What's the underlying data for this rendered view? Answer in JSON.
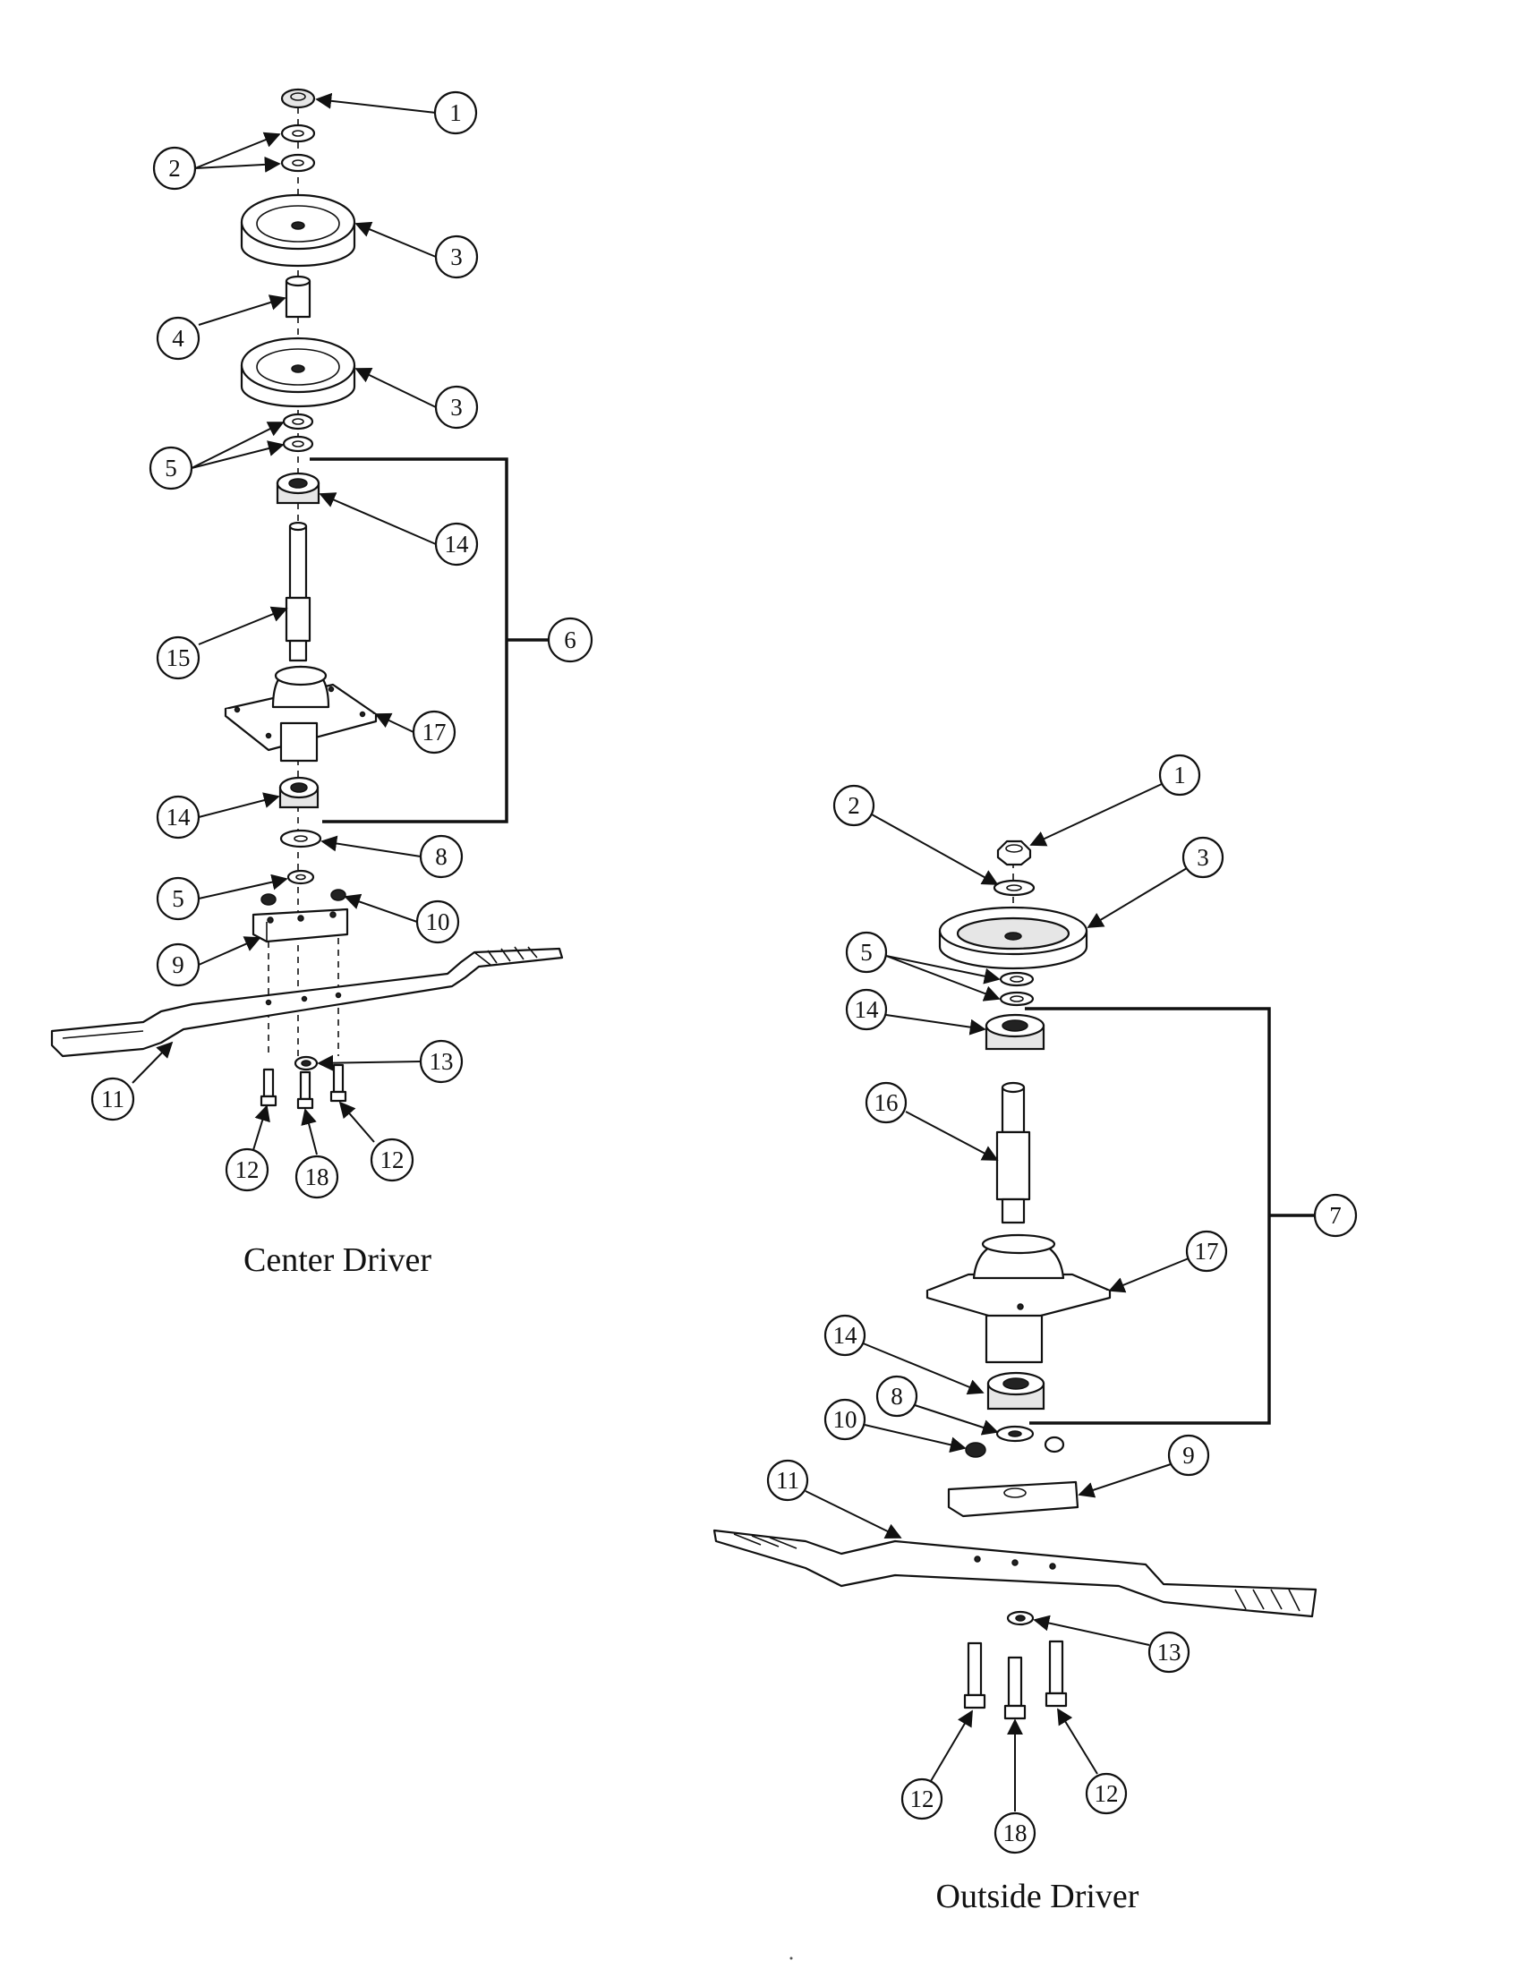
{
  "assemblies": [
    {
      "caption": "Center Driver",
      "callouts": [
        "1",
        "2",
        "3",
        "4",
        "3",
        "5",
        "14",
        "15",
        "17",
        "14",
        "6",
        "8",
        "5",
        "10",
        "9",
        "11",
        "13",
        "12",
        "18",
        "12"
      ]
    },
    {
      "caption": "Outside Driver",
      "callouts": [
        "1",
        "2",
        "3",
        "5",
        "14",
        "16",
        "17",
        "7",
        "14",
        "8",
        "10",
        "9",
        "11",
        "13",
        "12",
        "18",
        "12"
      ]
    }
  ]
}
